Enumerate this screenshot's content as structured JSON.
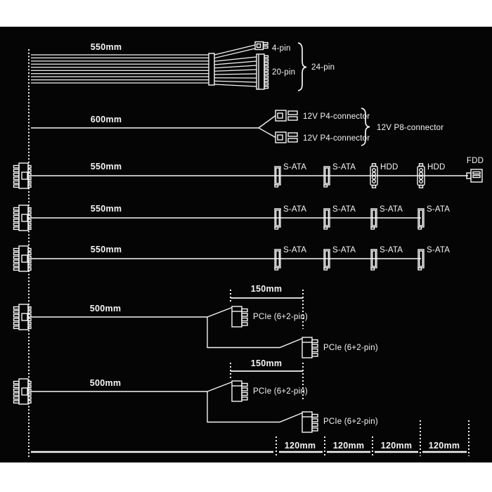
{
  "diagram": {
    "rows": {
      "atx": {
        "length": "550mm",
        "four_pin": "4-pin",
        "twenty_pin": "20-pin",
        "brace_label": "24-pin"
      },
      "cpu": {
        "length": "600mm",
        "p4_top": "12V P4-connector",
        "p4_bottom": "12V P4-connector",
        "brace_label": "12V P8-connector"
      },
      "peripheral": {
        "length": "550mm",
        "connectors": [
          "S-ATA",
          "S-ATA",
          "HDD",
          "HDD",
          "FDD"
        ]
      },
      "sata_a": {
        "length": "550mm",
        "connectors": [
          "S-ATA",
          "S-ATA",
          "S-ATA",
          "S-ATA"
        ]
      },
      "sata_b": {
        "length": "550mm",
        "connectors": [
          "S-ATA",
          "S-ATA",
          "S-ATA",
          "S-ATA"
        ]
      },
      "pcie_a": {
        "length": "500mm",
        "spacing": "150mm",
        "connector1": "PCIe (6+2-pin)",
        "connector2": "PCIe (6+2-pin)"
      },
      "pcie_b": {
        "length": "500mm",
        "spacing": "150mm",
        "connector1": "PCIe (6+2-pin)",
        "connector2": "PCIe (6+2-pin)"
      }
    },
    "ruler": {
      "segments": [
        "120mm",
        "120mm",
        "120mm",
        "120mm"
      ]
    },
    "colors": {
      "background": "#050505",
      "line": "#f5f5f5",
      "page": "#ffffff"
    }
  }
}
